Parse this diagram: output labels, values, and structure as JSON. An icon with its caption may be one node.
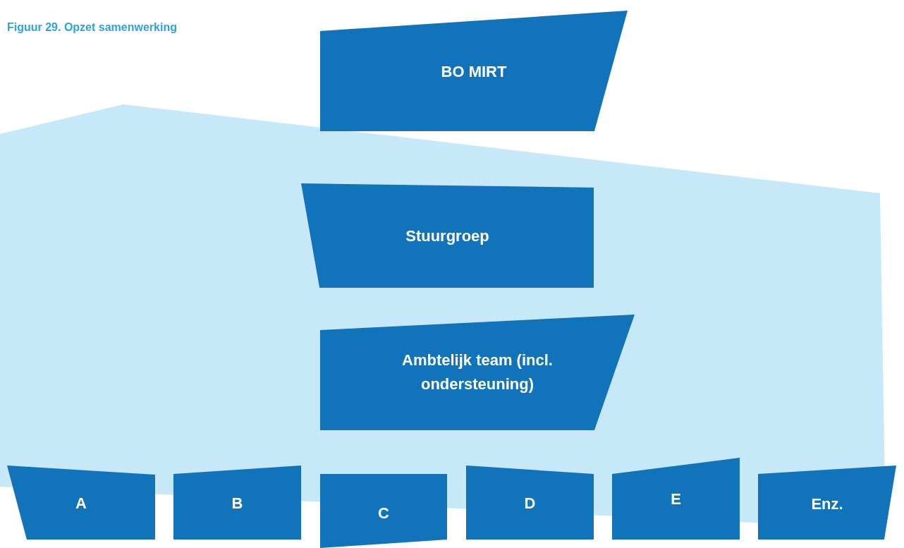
{
  "diagram": {
    "title": "Figuur 29. Opzet samenwerking",
    "nodes": [
      {
        "text": [
          "BO MIRT"
        ]
      },
      {
        "text": [
          "Stuurgroep"
        ]
      },
      {
        "text": [
          "Ambtelijk team (incl. ondersteuning)"
        ]
      },
      {
        "text": [
          "A"
        ]
      },
      {
        "text": [
          "B"
        ]
      },
      {
        "text": [
          "C"
        ]
      },
      {
        "text": [
          "D"
        ]
      },
      {
        "text": [
          "E"
        ]
      },
      {
        "text": [
          "Enz."
        ]
      }
    ]
  }
}
